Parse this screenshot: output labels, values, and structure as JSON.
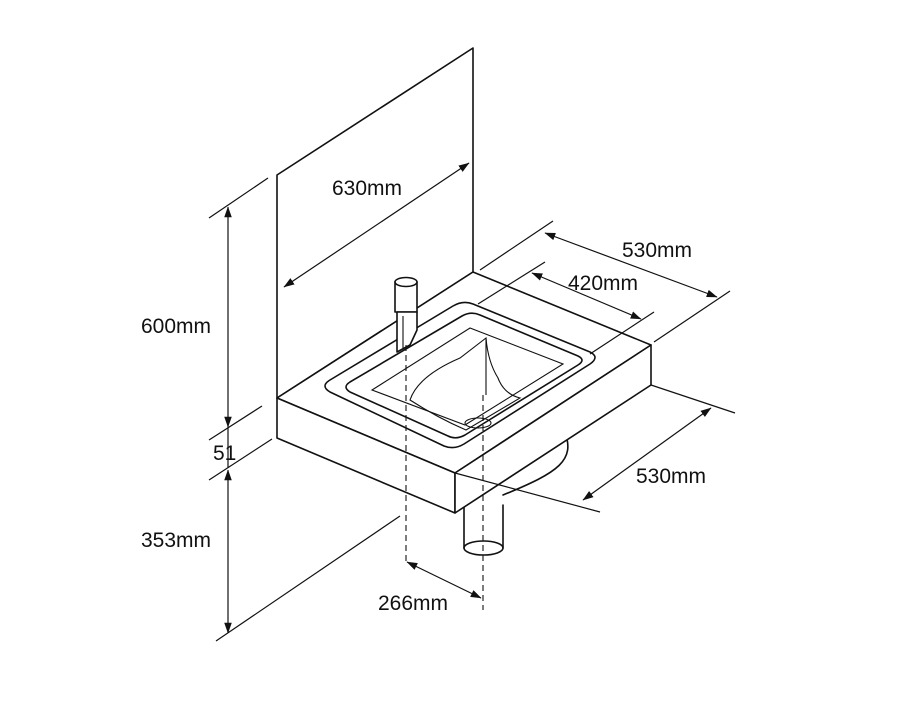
{
  "dimensions": {
    "backsplash_width": "630mm",
    "backsplash_height": "600mm",
    "top_thickness": "51",
    "mount_height": "353mm",
    "outer_depth": "530mm",
    "bowl_depth": "420mm",
    "outer_width": "530mm",
    "waste_offset": "266mm"
  },
  "colors": {
    "line": "#111111",
    "background": "#ffffff"
  }
}
